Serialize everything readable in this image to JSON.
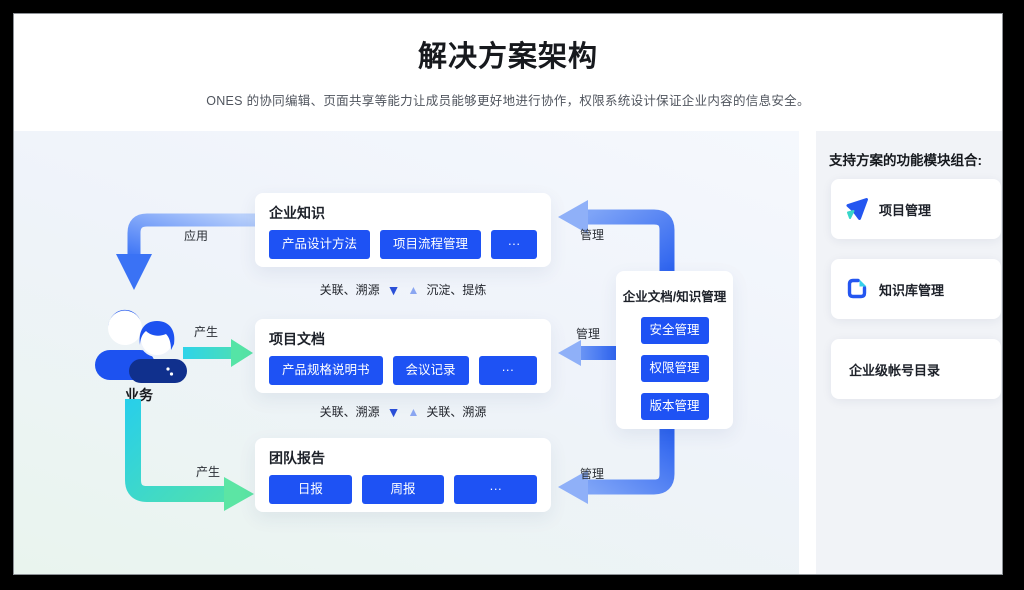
{
  "header": {
    "title": "解决方案架构",
    "subtitle": "ONES 的协同编辑、页面共享等能力让成员能够更好地进行协作，权限系统设计保证企业内容的信息安全。"
  },
  "diagram": {
    "actor_label": "业务",
    "arrows": {
      "apply": "应用",
      "produce_mid": "产生",
      "produce_bottom": "产生",
      "manage_top": "管理",
      "manage_mid": "管理",
      "manage_bottom": "管理"
    },
    "knowledge": {
      "title": "企业知识",
      "buttons": [
        "产品设计方法",
        "项目流程管理",
        "···"
      ]
    },
    "docs": {
      "title": "项目文档",
      "buttons": [
        "产品规格说明书",
        "会议记录",
        "···"
      ]
    },
    "reports": {
      "title": "团队报告",
      "buttons": [
        "日报",
        "周报",
        "···"
      ]
    },
    "manager": {
      "title": "企业文档/知识管理",
      "buttons": [
        "安全管理",
        "权限管理",
        "版本管理"
      ]
    },
    "relations": [
      {
        "left": "关联、溯源",
        "right": "沉淀、提炼"
      },
      {
        "left": "关联、溯源",
        "right": "关联、溯源"
      }
    ]
  },
  "icons": {
    "triangle_down": "▼",
    "triangle_up": "▲"
  },
  "sidebar": {
    "heading": "支持方案的功能模块组合:",
    "modules": [
      {
        "label": "项目管理",
        "icon": "project-icon"
      },
      {
        "label": "知识库管理",
        "icon": "wiki-icon"
      },
      {
        "label": "企业级帐号目录",
        "icon": null
      }
    ]
  },
  "colors": {
    "chip_blue": "#1e52f4",
    "arrow_blue_dark": "#2d63ef",
    "arrow_blue_light": "#8fb0f8",
    "arrow_cyan": "#2ed3e9",
    "arrow_green": "#5ce5a4",
    "triangle_dark": "#2a4fd7",
    "triangle_light": "#8aa6f1"
  }
}
